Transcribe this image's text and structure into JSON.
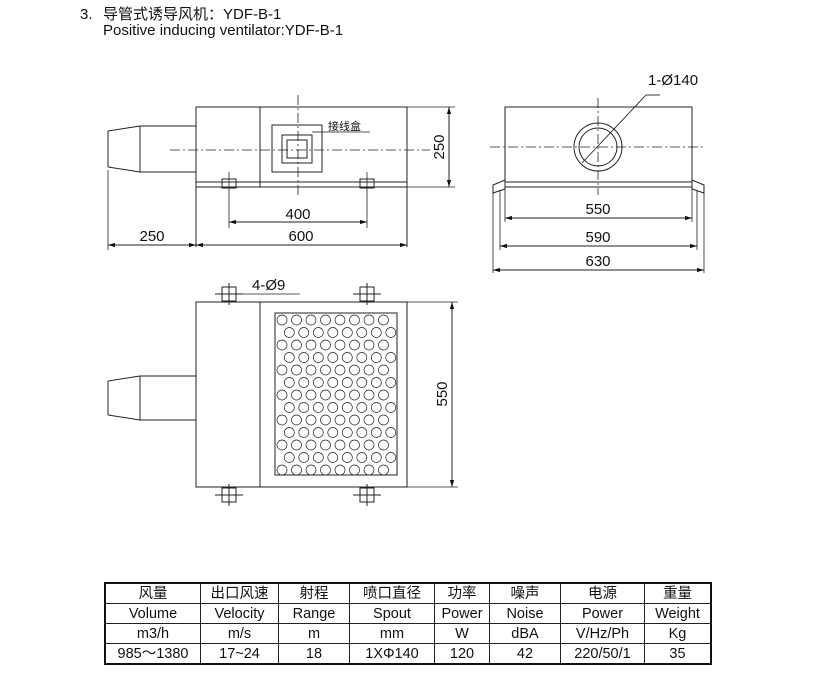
{
  "header": {
    "number": "3.",
    "title_cn": "导管式诱导风机：YDF-B-1",
    "title_en": "Positive inducing ventilator:YDF-B-1"
  },
  "drawing": {
    "junction_box_label": "接线盒",
    "front_view": {
      "height_dim": "250",
      "bolt_spacing_dim": "400",
      "inlet_length_dim": "250",
      "body_length_dim": "600"
    },
    "side_view": {
      "outlet_callout": "1-Ø140",
      "dim_inner": "550",
      "dim_middle": "590",
      "dim_outer": "630"
    },
    "top_view": {
      "holes_callout": "4-Ø9",
      "depth_dim": "550"
    }
  },
  "spec_table": {
    "columns": [
      {
        "cn": "风量",
        "en": "Volume",
        "unit": "m3/h",
        "value": "985～1380"
      },
      {
        "cn": "出口风速",
        "en": "Velocity",
        "unit": "m/s",
        "value": "17~24"
      },
      {
        "cn": "射程",
        "en": "Range",
        "unit": "m",
        "value": "18"
      },
      {
        "cn": "喷口直径",
        "en": "Spout",
        "unit": "mm",
        "value": "1XΦ140"
      },
      {
        "cn": "功率",
        "en": "Power",
        "unit": "W",
        "value": "120"
      },
      {
        "cn": "噪声",
        "en": "Noise",
        "unit": "dBA",
        "value": "42"
      },
      {
        "cn": "电源",
        "en": "Power",
        "unit": "V/Hz/Ph",
        "value": "220/50/1"
      },
      {
        "cn": "重量",
        "en": "Weight",
        "unit": "Kg",
        "value": "35"
      }
    ]
  }
}
